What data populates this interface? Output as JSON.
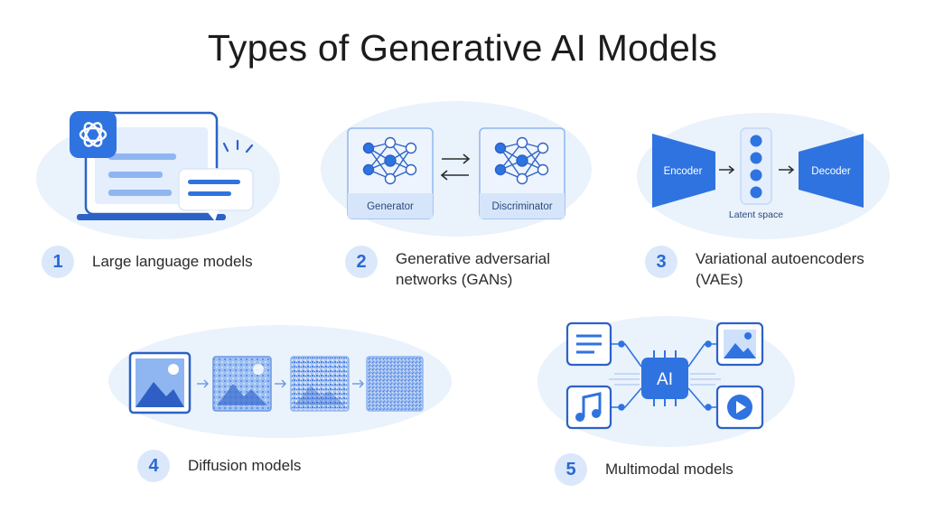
{
  "title": "Types of Generative AI Models",
  "colors": {
    "accent": "#2f73e0",
    "light": "#d9e7fb",
    "text": "#2b2b2b"
  },
  "models": [
    {
      "num": "1",
      "label": "Large language models"
    },
    {
      "num": "2",
      "label_line1": "Generative adversarial",
      "label_line2": "networks (GANs)"
    },
    {
      "num": "3",
      "label_line1": "Variational autoencoders",
      "label_line2": "(VAEs)"
    },
    {
      "num": "4",
      "label": "Diffusion models"
    },
    {
      "num": "5",
      "label": "Multimodal models"
    }
  ],
  "gan": {
    "generator": "Generator",
    "discriminator": "Discriminator"
  },
  "vae": {
    "encoder": "Encoder",
    "decoder": "Decoder",
    "latent": "Latent space"
  },
  "multimodal": {
    "center": "AI"
  },
  "icons": [
    "chatgpt-logo-icon",
    "laptop-icon",
    "chat-bubble-icon",
    "neural-network-icon",
    "arrow-right-icon",
    "arrow-left-icon",
    "image-icon",
    "noise-image-icon",
    "text-document-icon",
    "music-note-icon",
    "play-icon"
  ]
}
